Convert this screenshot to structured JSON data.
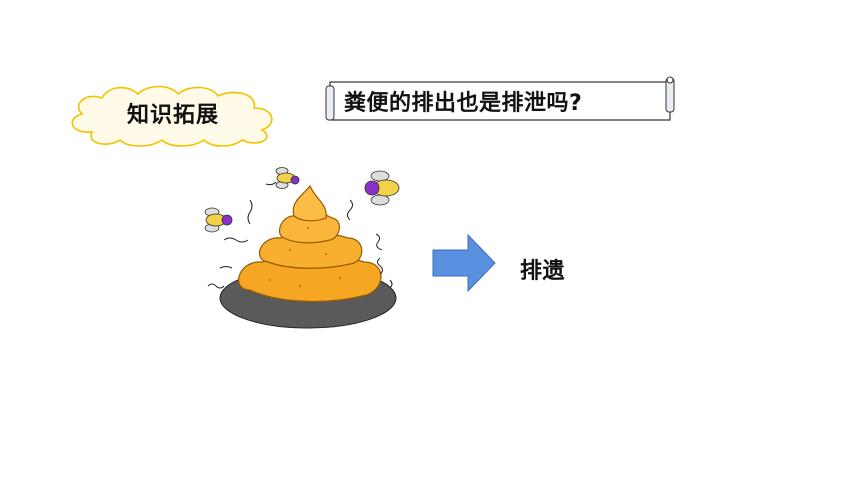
{
  "badge": {
    "label": "知识拓展"
  },
  "question": {
    "text": "粪便的排出也是排泄吗?"
  },
  "answer": {
    "text": "排遗"
  },
  "colors": {
    "cloud_fill": "#fffbe8",
    "cloud_outline": "#f2c200",
    "arrow_fill": "#5b8fe0",
    "poop_fill": "#f5a623",
    "shadow": "#555555",
    "fly_body": "#f3d24a",
    "fly_eye": "#8b2fc9"
  },
  "icons": [
    "cloud-badge",
    "scroll-banner",
    "poop-with-flies-illustration",
    "right-arrow-icon"
  ]
}
